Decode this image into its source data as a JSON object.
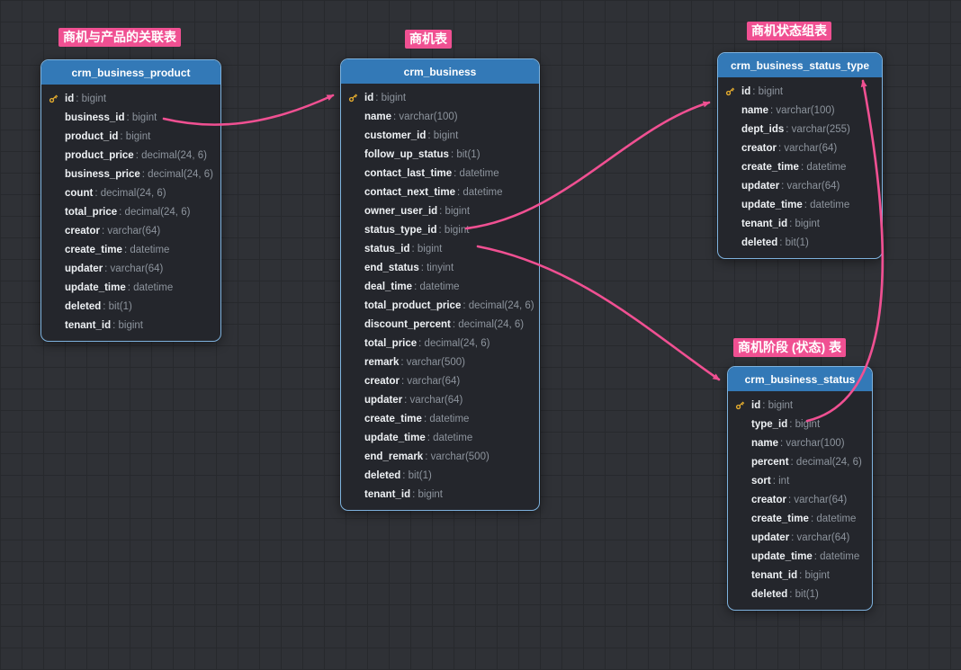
{
  "colors": {
    "header_blue": "#3379b7",
    "accent_pink": "#f05092",
    "key_gold": "#e2aa2e",
    "type_gray": "#8d949d"
  },
  "tables": [
    {
      "label": "商机与产品的关联表",
      "title": "crm_business_product",
      "fields": [
        {
          "name": "id",
          "type": "bigint",
          "key": true
        },
        {
          "name": "business_id",
          "type": "bigint",
          "key": false
        },
        {
          "name": "product_id",
          "type": "bigint",
          "key": false
        },
        {
          "name": "product_price",
          "type": "decimal(24, 6)",
          "key": false
        },
        {
          "name": "business_price",
          "type": "decimal(24, 6)",
          "key": false
        },
        {
          "name": "count",
          "type": "decimal(24, 6)",
          "key": false
        },
        {
          "name": "total_price",
          "type": "decimal(24, 6)",
          "key": false
        },
        {
          "name": "creator",
          "type": "varchar(64)",
          "key": false
        },
        {
          "name": "create_time",
          "type": "datetime",
          "key": false
        },
        {
          "name": "updater",
          "type": "varchar(64)",
          "key": false
        },
        {
          "name": "update_time",
          "type": "datetime",
          "key": false
        },
        {
          "name": "deleted",
          "type": "bit(1)",
          "key": false
        },
        {
          "name": "tenant_id",
          "type": "bigint",
          "key": false
        }
      ]
    },
    {
      "label": "商机表",
      "title": "crm_business",
      "fields": [
        {
          "name": "id",
          "type": "bigint",
          "key": true
        },
        {
          "name": "name",
          "type": "varchar(100)",
          "key": false
        },
        {
          "name": "customer_id",
          "type": "bigint",
          "key": false
        },
        {
          "name": "follow_up_status",
          "type": "bit(1)",
          "key": false
        },
        {
          "name": "contact_last_time",
          "type": "datetime",
          "key": false
        },
        {
          "name": "contact_next_time",
          "type": "datetime",
          "key": false
        },
        {
          "name": "owner_user_id",
          "type": "bigint",
          "key": false
        },
        {
          "name": "status_type_id",
          "type": "bigint",
          "key": false
        },
        {
          "name": "status_id",
          "type": "bigint",
          "key": false
        },
        {
          "name": "end_status",
          "type": "tinyint",
          "key": false
        },
        {
          "name": "deal_time",
          "type": "datetime",
          "key": false
        },
        {
          "name": "total_product_price",
          "type": "decimal(24, 6)",
          "key": false
        },
        {
          "name": "discount_percent",
          "type": "decimal(24, 6)",
          "key": false
        },
        {
          "name": "total_price",
          "type": "decimal(24, 6)",
          "key": false
        },
        {
          "name": "remark",
          "type": "varchar(500)",
          "key": false
        },
        {
          "name": "creator",
          "type": "varchar(64)",
          "key": false
        },
        {
          "name": "updater",
          "type": "varchar(64)",
          "key": false
        },
        {
          "name": "create_time",
          "type": "datetime",
          "key": false
        },
        {
          "name": "update_time",
          "type": "datetime",
          "key": false
        },
        {
          "name": "end_remark",
          "type": "varchar(500)",
          "key": false
        },
        {
          "name": "deleted",
          "type": "bit(1)",
          "key": false
        },
        {
          "name": "tenant_id",
          "type": "bigint",
          "key": false
        }
      ]
    },
    {
      "label": "商机状态组表",
      "title": "crm_business_status_type",
      "fields": [
        {
          "name": "id",
          "type": "bigint",
          "key": true
        },
        {
          "name": "name",
          "type": "varchar(100)",
          "key": false
        },
        {
          "name": "dept_ids",
          "type": "varchar(255)",
          "key": false
        },
        {
          "name": "creator",
          "type": "varchar(64)",
          "key": false
        },
        {
          "name": "create_time",
          "type": "datetime",
          "key": false
        },
        {
          "name": "updater",
          "type": "varchar(64)",
          "key": false
        },
        {
          "name": "update_time",
          "type": "datetime",
          "key": false
        },
        {
          "name": "tenant_id",
          "type": "bigint",
          "key": false
        },
        {
          "name": "deleted",
          "type": "bit(1)",
          "key": false
        }
      ]
    },
    {
      "label": "商机阶段 (状态) 表",
      "title": "crm_business_status",
      "fields": [
        {
          "name": "id",
          "type": "bigint",
          "key": true
        },
        {
          "name": "type_id",
          "type": "bigint",
          "key": false
        },
        {
          "name": "name",
          "type": "varchar(100)",
          "key": false
        },
        {
          "name": "percent",
          "type": "decimal(24, 6)",
          "key": false
        },
        {
          "name": "sort",
          "type": "int",
          "key": false
        },
        {
          "name": "creator",
          "type": "varchar(64)",
          "key": false
        },
        {
          "name": "create_time",
          "type": "datetime",
          "key": false
        },
        {
          "name": "updater",
          "type": "varchar(64)",
          "key": false
        },
        {
          "name": "update_time",
          "type": "datetime",
          "key": false
        },
        {
          "name": "tenant_id",
          "type": "bigint",
          "key": false
        },
        {
          "name": "deleted",
          "type": "bit(1)",
          "key": false
        }
      ]
    }
  ],
  "relationships": [
    {
      "from": "crm_business_product.business_id",
      "to": "crm_business.id"
    },
    {
      "from": "crm_business.status_type_id",
      "to": "crm_business_status_type.id"
    },
    {
      "from": "crm_business.status_id",
      "to": "crm_business_status.id"
    },
    {
      "from": "crm_business_status.type_id",
      "to": "crm_business_status_type.id"
    }
  ]
}
